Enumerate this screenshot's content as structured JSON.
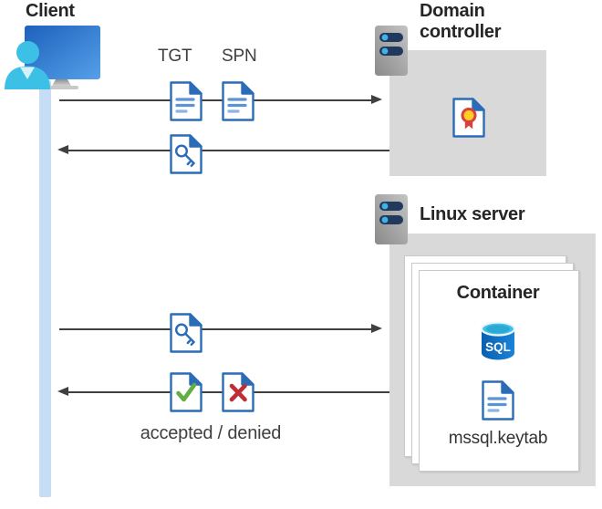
{
  "client": {
    "label": "Client"
  },
  "domain_controller": {
    "label": "Domain controller"
  },
  "linux_server": {
    "label": "Linux server"
  },
  "container": {
    "label": "Container",
    "sql_icon_label": "SQL",
    "keytab_file_label": "mssql.keytab"
  },
  "flows": {
    "tgt_label": "TGT",
    "spn_label": "SPN",
    "result_label": "accepted / denied"
  },
  "icons": {
    "client": "person-at-monitor-icon",
    "domain_controller": "server-icon",
    "linux_server": "server-icon",
    "tgt": "document-icon",
    "spn": "document-icon",
    "ticket": "key-document-icon",
    "certificate": "certificate-document-icon",
    "accepted": "checkmark-document-icon",
    "denied": "cross-document-icon",
    "sql": "sql-database-cylinder-icon",
    "keytab": "document-icon"
  },
  "colors": {
    "doc_blue": "#2b6cb8",
    "doc_line_blue": "#5b93d6",
    "accepted_green": "#61ae43",
    "denied_red": "#be2e35",
    "cert_gold": "#ffd024",
    "cert_ribbon_red": "#d8413f",
    "person_cyan": "#3cc0e6",
    "monitor_blue": "#2a6fc8",
    "server_bar_navy": "#21395c",
    "server_dot_blue": "#3fb3e8",
    "sql_body_blue": "#0f6cbe",
    "sql_top_cyan": "#40c1e6",
    "lifeline_blue": "#c6ddf6",
    "zone_gray": "#d9d9d9",
    "arrow_gray": "#3f3f3f"
  }
}
